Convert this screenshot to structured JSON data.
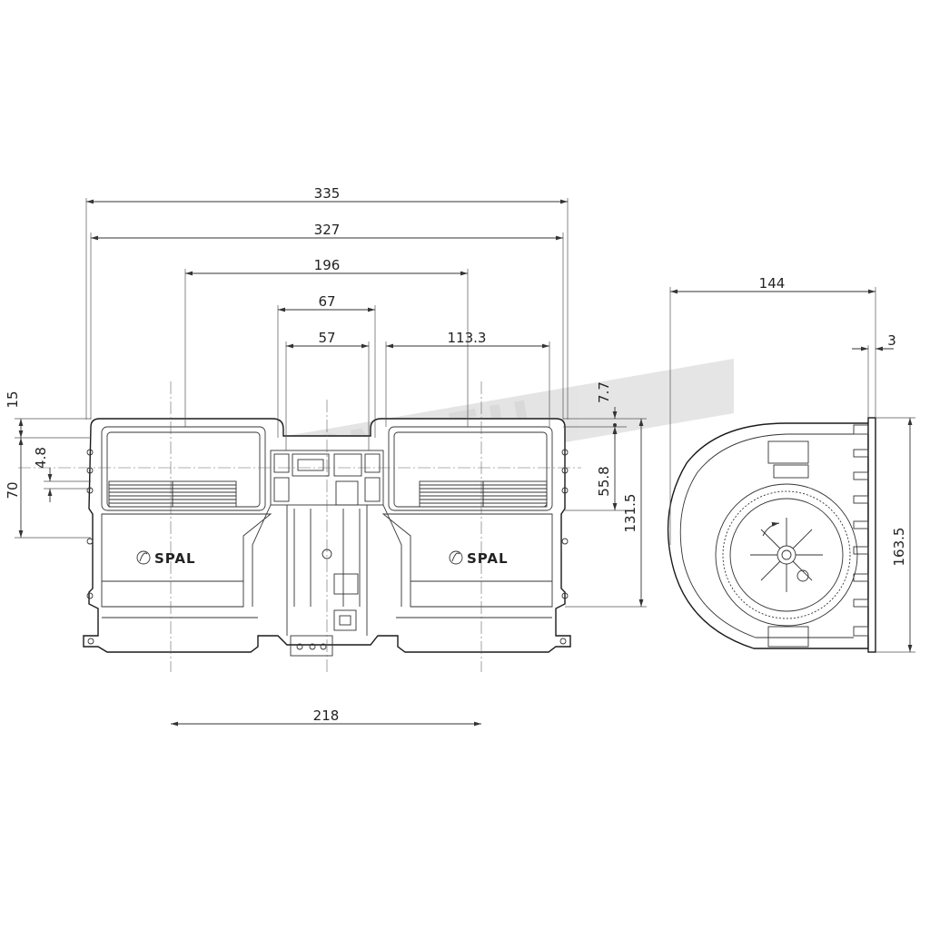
{
  "brand": {
    "logo_text": "SPAL",
    "watermark_text": "TECNOFIL"
  },
  "dimensions": {
    "d335": "335",
    "d327": "327",
    "d196": "196",
    "d67": "67",
    "d57": "57",
    "d113_3": "113.3",
    "d218": "218",
    "d15": "15",
    "d4_8": "4.8",
    "d70": "70",
    "d7_7": "7.7",
    "d55_8": "55.8",
    "d131_5": "131.5",
    "d144": "144",
    "d3": "3",
    "d163_5": "163.5"
  },
  "colors": {
    "line": "#1a1a1a",
    "watermark": "#c8c8c8"
  }
}
